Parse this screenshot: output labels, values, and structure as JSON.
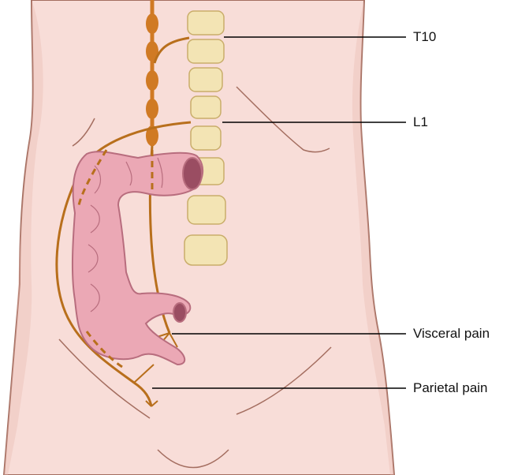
{
  "labels": {
    "t10": "T10",
    "l1": "L1",
    "visceral": "Visceral pain",
    "parietal": "Parietal pain"
  },
  "colors": {
    "skin": "#f8ddd8",
    "skin_shadow": "#e7b7b0",
    "skin_outline": "#a46e60",
    "vertebra": "#f3e4b4",
    "vertebra_outline": "#c9ad6a",
    "nerve": "#b86f1c",
    "chain": "#d07a24",
    "colon": "#eba8b5",
    "colon_outline": "#b86d7e",
    "colon_lumen": "#9a4d62",
    "leader": "#000000"
  }
}
